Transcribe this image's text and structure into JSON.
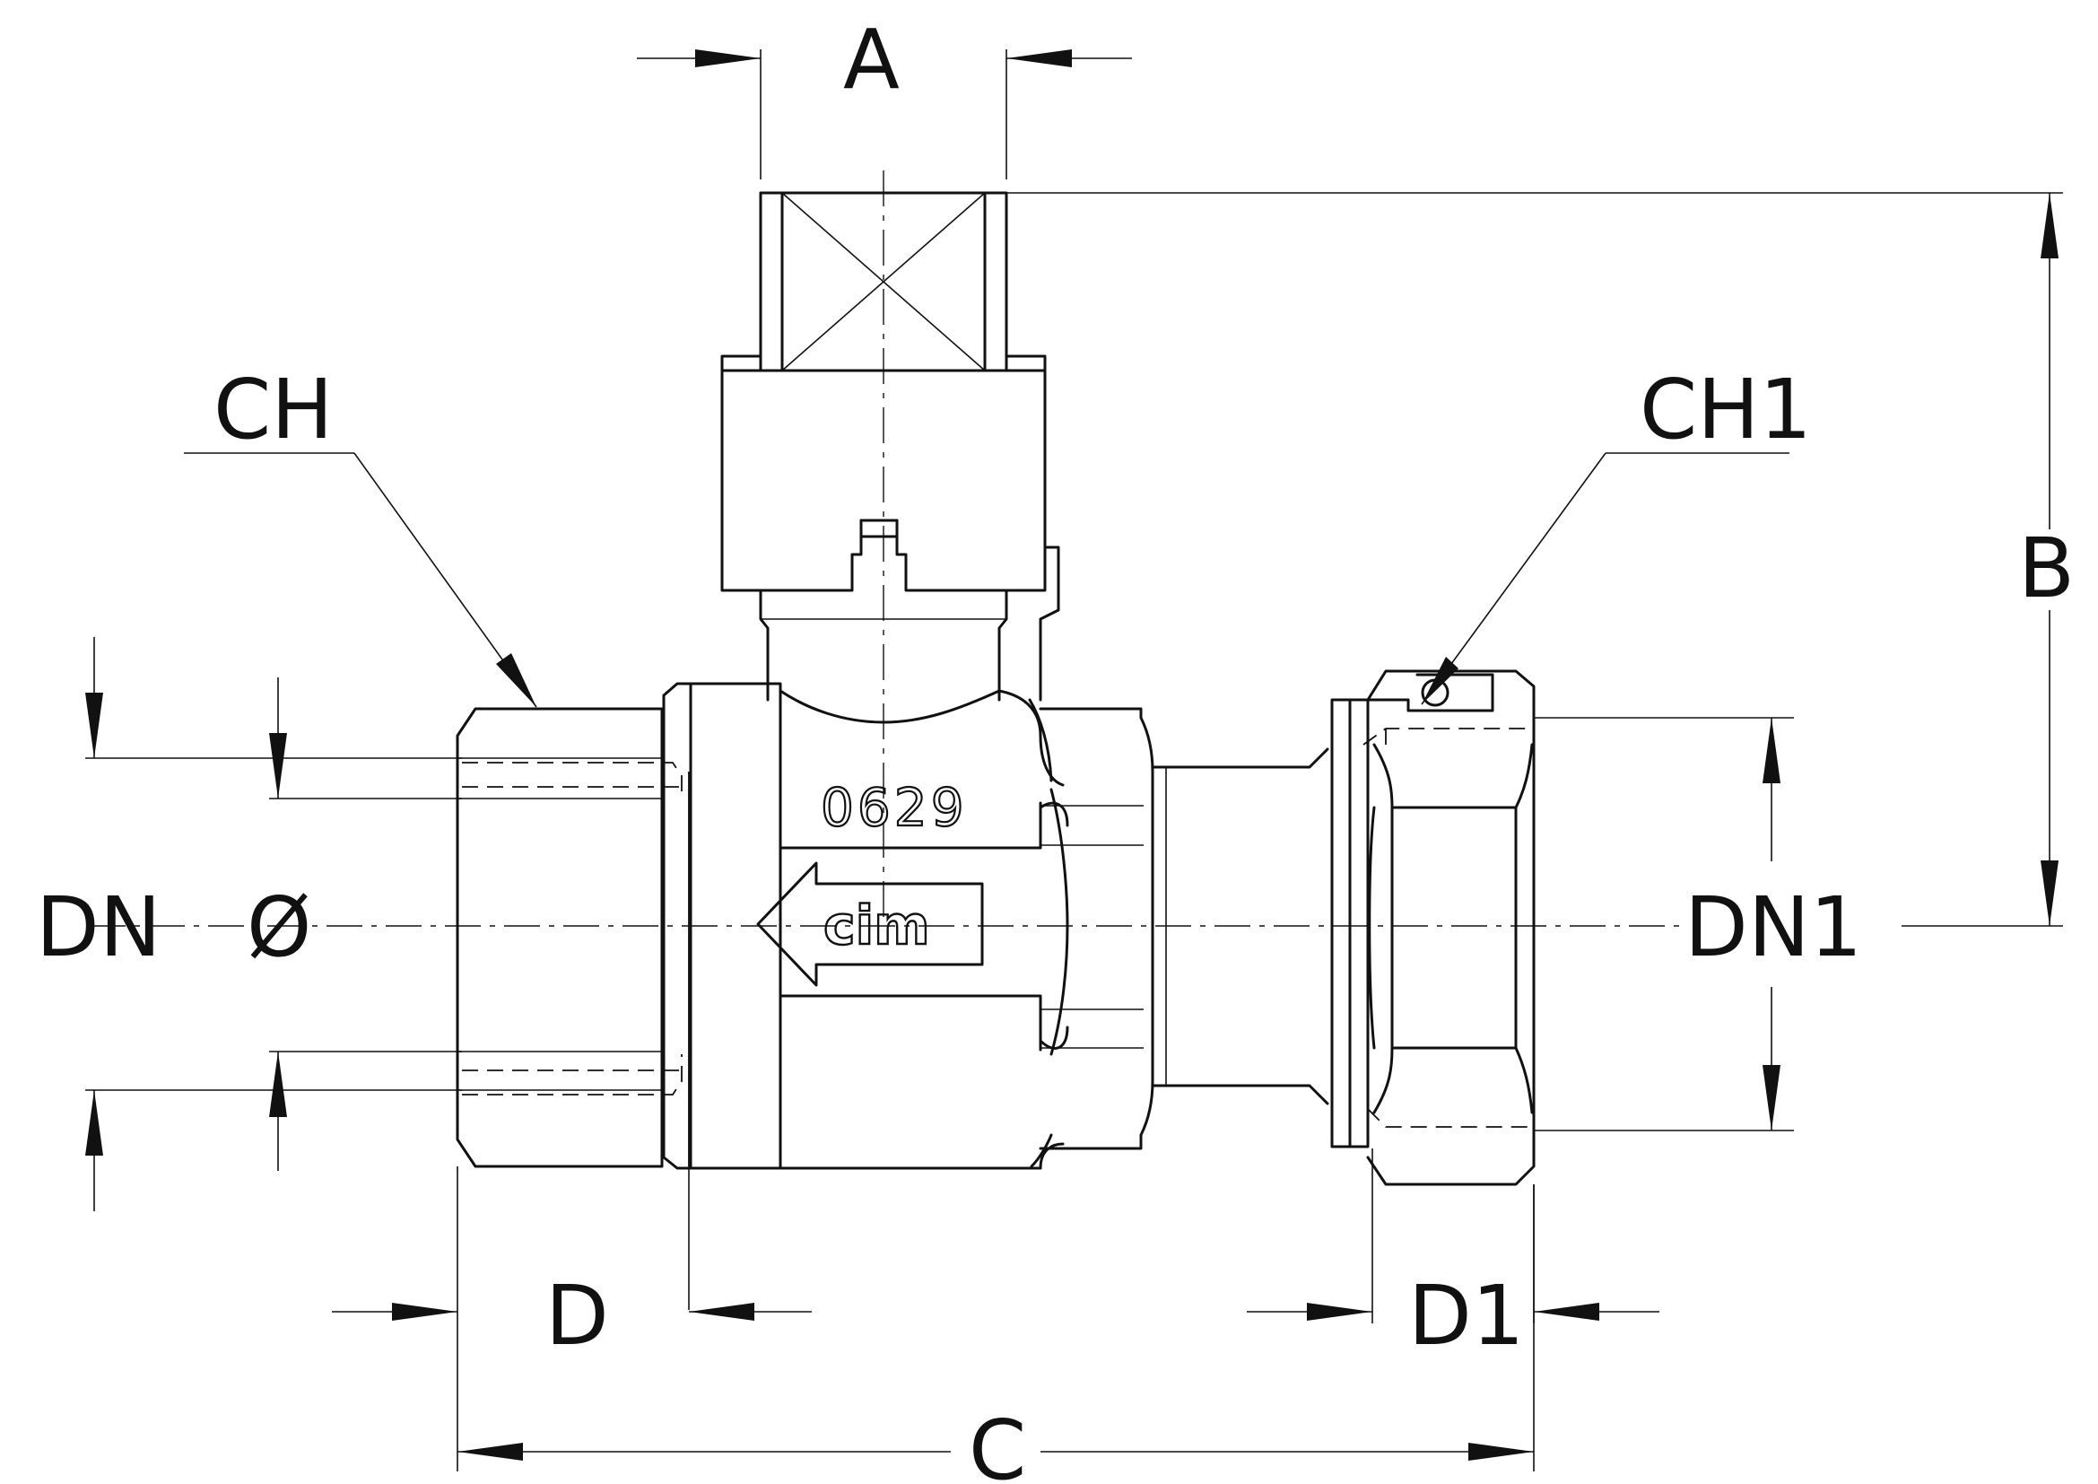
{
  "labels": {
    "a": "A",
    "b": "B",
    "c": "C",
    "d": "D",
    "d1": "D1",
    "dn": "DN",
    "dn1": "DN1",
    "phi": "Ø",
    "ch": "CH",
    "ch1": "CH1"
  },
  "body_markings": {
    "code": "0629",
    "brand": "cim"
  }
}
